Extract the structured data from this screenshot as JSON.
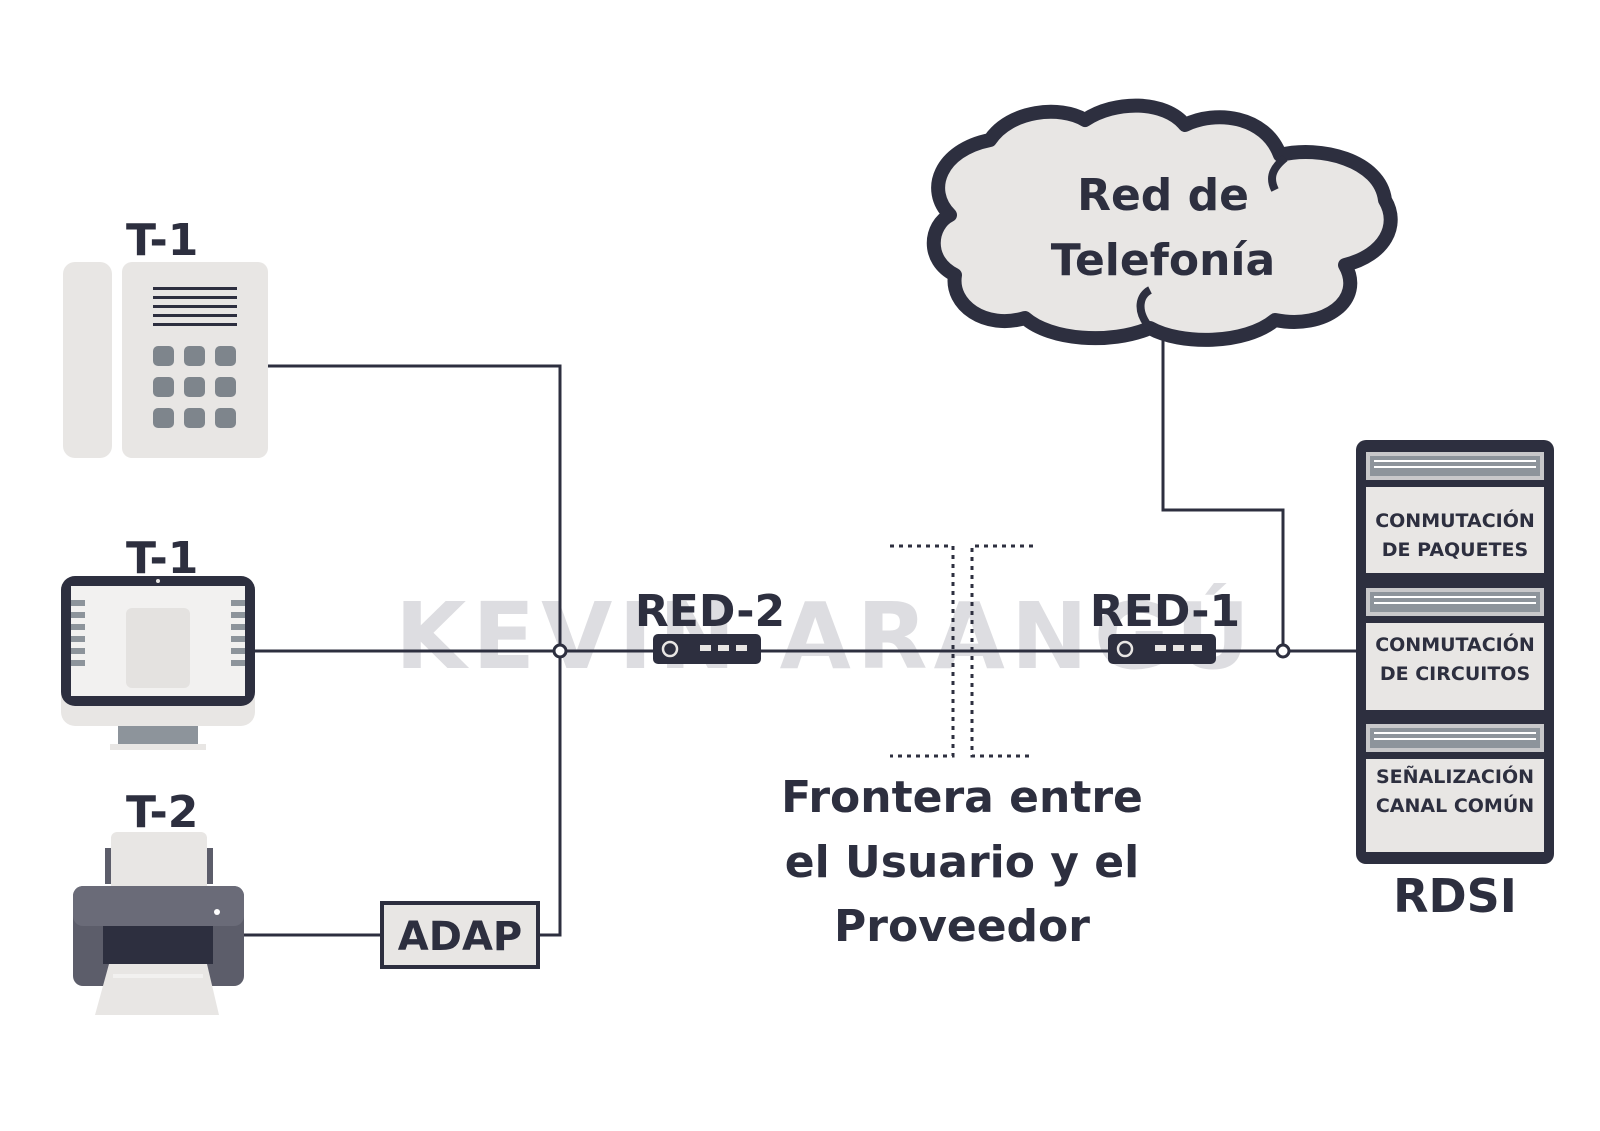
{
  "terminals": {
    "phone_label": "T-1",
    "computer_label": "T-1",
    "printer_label": "T-2"
  },
  "adapter_label": "ADAP",
  "red2_label": "RED-2",
  "red1_label": "RED-1",
  "cloud": {
    "line1": "Red de",
    "line2": "Telefonía"
  },
  "boundary": {
    "line1": "Frontera entre",
    "line2": "el Usuario y el",
    "line3": "Proveedor"
  },
  "rack": {
    "label": "RDSI",
    "modules": [
      {
        "line1": "CONMUTACIÓN",
        "line2": "DE PAQUETES"
      },
      {
        "line1": "CONMUTACIÓN",
        "line2": "DE CIRCUITOS"
      },
      {
        "line1": "SEÑALIZACIÓN",
        "line2": "CANAL COMÚN"
      }
    ]
  },
  "watermark": "KEVIN ARANGÚ",
  "colors": {
    "dark": "#2d2f3f",
    "device_light": "#e8e6e4",
    "cloud_fill": "#e8e6e4",
    "watermark": "#d8d8dc"
  }
}
